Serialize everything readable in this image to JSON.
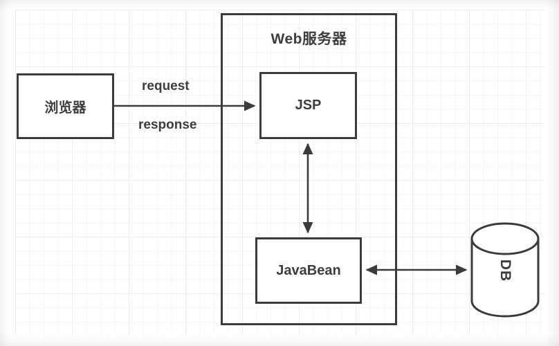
{
  "diagram": {
    "title_visible": false,
    "background": {
      "grid": true,
      "grid_minor_color": "#f6f6f6",
      "grid_major_color": "#ececec",
      "canvas_color": "#ffffff"
    },
    "stroke_color": "#3b3b3b",
    "text_color": "#3d3d3d",
    "nodes": [
      {
        "id": "browser",
        "label": "浏览器",
        "shape": "rectangle"
      },
      {
        "id": "webserver",
        "label": "Web服务器",
        "shape": "rectangle-container"
      },
      {
        "id": "jsp",
        "label": "JSP",
        "shape": "rectangle"
      },
      {
        "id": "javabean",
        "label": "JavaBean",
        "shape": "rectangle"
      },
      {
        "id": "db",
        "label": "DB",
        "shape": "cylinder"
      }
    ],
    "edges": [
      {
        "id": "browser-to-jsp",
        "from": "browser",
        "to": "jsp",
        "direction": "forward",
        "labels": [
          "request",
          "response"
        ]
      },
      {
        "id": "jsp-to-javabean",
        "from": "jsp",
        "to": "javabean",
        "direction": "bidirectional",
        "labels": []
      },
      {
        "id": "javabean-to-db",
        "from": "javabean",
        "to": "db",
        "direction": "bidirectional",
        "labels": []
      }
    ],
    "edge_labels": {
      "request": "request",
      "response": "response"
    }
  }
}
